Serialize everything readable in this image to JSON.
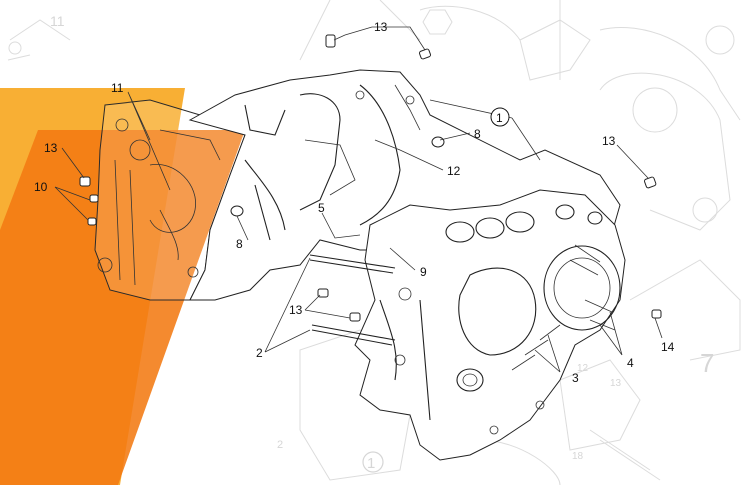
{
  "background_labels": {
    "top_left": "11",
    "mid": "7",
    "right": "7",
    "bottom_left": "2",
    "bottom_mid": "1",
    "bottom_12": "12",
    "bottom_13": "13",
    "bottom_18": "18"
  },
  "callouts": {
    "c13_top": "13",
    "c1": "1",
    "c8_top": "8",
    "c12": "12",
    "c13_right": "13",
    "c11": "11",
    "c13_left": "13",
    "c10": "10",
    "c5": "5",
    "c8_left": "8",
    "c9": "9",
    "c13_mid": "13",
    "c2": "2",
    "c3": "3",
    "c4": "4",
    "c14": "14"
  },
  "colors": {
    "orange_light": "#F7A823",
    "orange_dark": "#F37A12",
    "ghost_gray": "#d6d6d6"
  }
}
